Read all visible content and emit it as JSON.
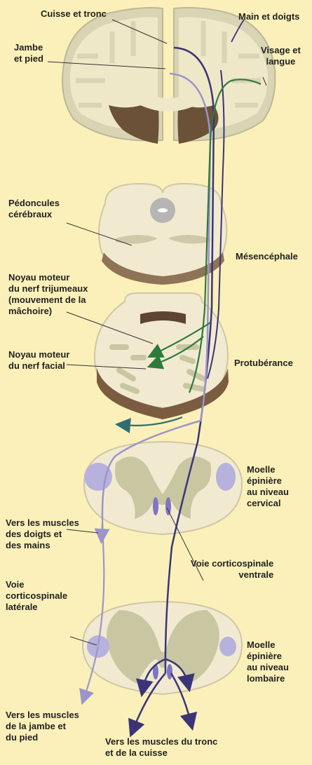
{
  "labels": {
    "cuisse_tronc": "Cuisse et tronc",
    "main_doigts": "Main et doigts",
    "jambe_pied": "Jambe\net pied",
    "visage_langue": "Visage et\nlangue",
    "pedoncules": "Pédoncules\ncérébraux",
    "mesencephale": "Mésencéphale",
    "noyau_trijumeaux": "Noyau moteur\ndu nerf trijumeaux\n(mouvement de la\nmâchoire)",
    "noyau_facial": "Noyau moteur\ndu nerf facial",
    "protuberance": "Protubérance",
    "moelle_cervical": "Moelle\népinière\nau niveau\ncervical",
    "vers_doigts": "Vers les muscles\ndes doigts et\ndes mains",
    "voie_ventrale": "Voie corticospinale\nventrale",
    "voie_laterale": "Voie\ncorticospinale\nlatérale",
    "moelle_lombaire": "Moelle\népinière\nau niveau\nlombaire",
    "vers_jambe": "Vers les muscles\nde la jambe et\ndu pied",
    "vers_tronc": "Vers les muscles du tronc\net de la cuisse"
  },
  "colors": {
    "background": "#fbf0b9",
    "tissue": "#f3ecd0",
    "grey_matter": "#c9c6a2",
    "ventricle": "#6b5138",
    "tract_dark": "#3b3577",
    "tract_light": "#a9a2d4",
    "tract_green": "#2e7a3c",
    "tract_teal": "#2e6e73",
    "nucleus": "#b7b1de"
  }
}
